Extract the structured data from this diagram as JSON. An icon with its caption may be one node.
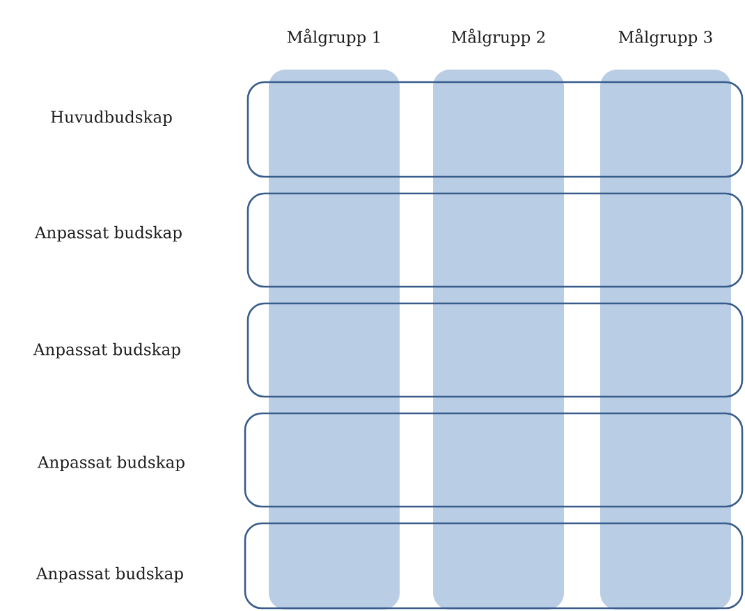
{
  "diagram": {
    "nodes": [
      {
        "text": [
          "Målgrupp 1"
        ]
      },
      {
        "text": [
          "Målgrupp 2"
        ]
      },
      {
        "text": [
          "Målgrupp 3"
        ]
      },
      {
        "text": [
          "Huvudbudskap"
        ]
      },
      {
        "text": [
          "Anpassat budskap"
        ]
      },
      {
        "text": [
          "Anpassat budskap"
        ]
      },
      {
        "text": [
          "Anpassat budskap"
        ]
      },
      {
        "text": [
          "Anpassat budskap"
        ]
      }
    ],
    "edges": []
  }
}
